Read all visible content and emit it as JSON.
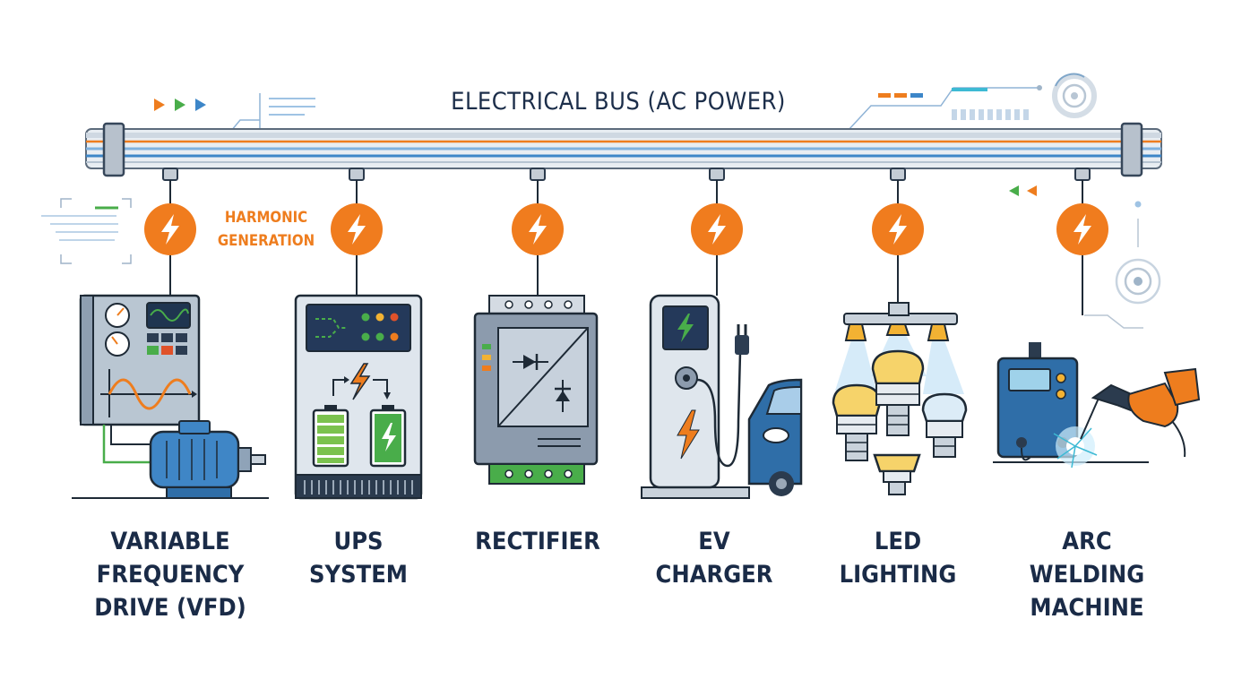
{
  "bus": {
    "title": "ELECTRICAL BUS (AC POWER)"
  },
  "annotation": {
    "line1": "HARMONIC",
    "line2": "GENERATION"
  },
  "devices": [
    {
      "lines": [
        "VARIABLE",
        "FREQUENCY",
        "DRIVE (VFD)"
      ]
    },
    {
      "lines": [
        "UPS",
        "SYSTEM"
      ]
    },
    {
      "lines": [
        "RECTIFIER"
      ]
    },
    {
      "lines": [
        "EV",
        "CHARGER"
      ]
    },
    {
      "lines": [
        "LED",
        "LIGHTING"
      ]
    },
    {
      "lines": [
        "ARC WELDING",
        "MACHINE"
      ]
    }
  ],
  "colors": {
    "navy": "#1c2e4a",
    "orange": "#ee7d1e",
    "blue": "#3d86c8",
    "green": "#49ad4a",
    "bus_gray": "#c5ccd4"
  },
  "icons": [
    "lightning-bolt-icon",
    "electric-motor-icon",
    "battery-icon",
    "diode-icon",
    "ev-charger-icon",
    "led-bulb-icon",
    "welding-torch-icon"
  ]
}
